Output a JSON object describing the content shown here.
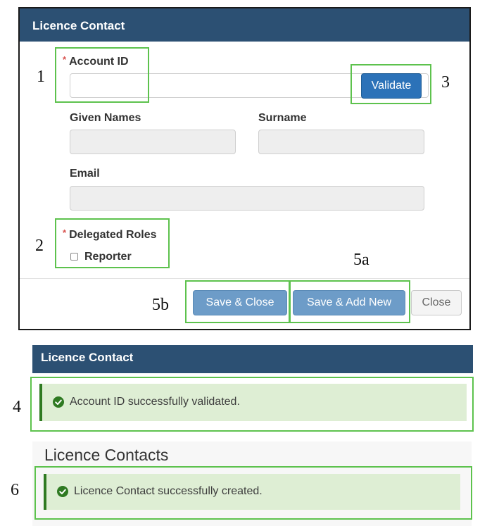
{
  "modal": {
    "title": "Licence Contact",
    "account_id": {
      "label": "Account ID",
      "value": "",
      "required_mark": "*"
    },
    "validate_label": "Validate",
    "given_names": {
      "label": "Given Names",
      "value": ""
    },
    "surname": {
      "label": "Surname",
      "value": ""
    },
    "email": {
      "label": "Email",
      "value": ""
    },
    "delegated_roles": {
      "label": "Delegated Roles",
      "required_mark": "*",
      "options": [
        {
          "label": "Reporter",
          "checked": false
        }
      ]
    },
    "buttons": {
      "save_close": "Save & Close",
      "save_add_new": "Save & Add New",
      "close": "Close"
    }
  },
  "markers": {
    "m1": "1",
    "m2": "2",
    "m3": "3",
    "m4": "4",
    "m5a": "5a",
    "m5b": "5b",
    "m6": "6"
  },
  "validated_panel": {
    "title": "Licence Contact",
    "message": "Account ID successfully validated."
  },
  "contacts_panel": {
    "title": "Licence Contacts",
    "message": "Licence Contact successfully created."
  },
  "colors": {
    "header": "#2c5073",
    "primary": "#2c72b8",
    "success_bg": "#deeed4",
    "success_border": "#2f7a22",
    "callout": "#5dc24d"
  }
}
